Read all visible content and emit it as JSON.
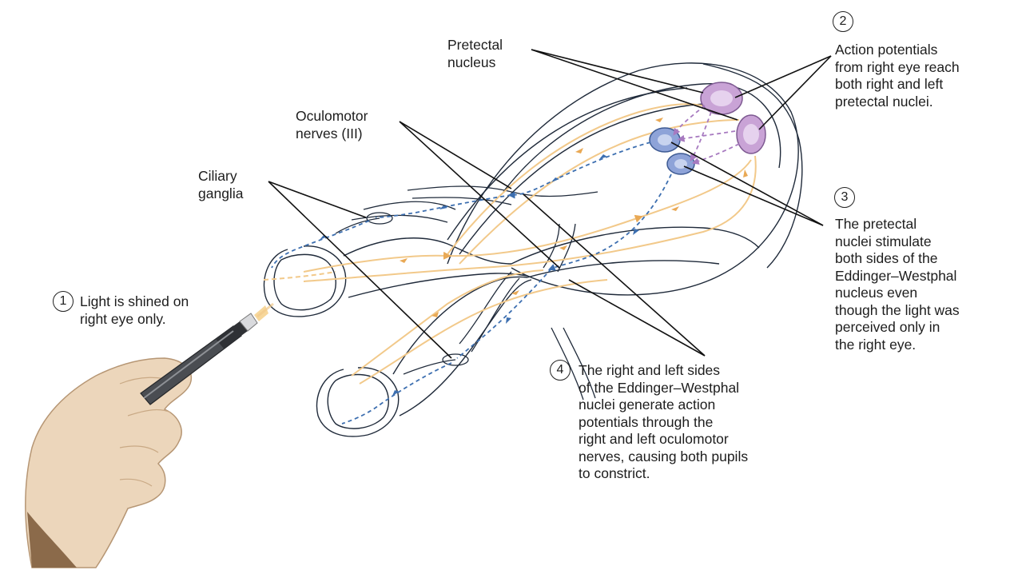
{
  "labels": {
    "pretectal_nucleus": [
      "Pretectal",
      "nucleus"
    ],
    "oculomotor_nerves": [
      "Oculomotor",
      "nerves (III)"
    ],
    "ciliary_ganglia": [
      "Ciliary",
      "ganglia"
    ]
  },
  "steps": [
    {
      "number": "1",
      "lines": [
        "Light is shined on",
        "right eye only."
      ]
    },
    {
      "number": "2",
      "lines": [
        "Action potentials",
        "from right eye reach",
        "both right and left",
        "pretectal nuclei."
      ]
    },
    {
      "number": "3",
      "lines": [
        "The pretectal",
        "nuclei stimulate",
        "both sides of the",
        "Eddinger–Westphal",
        "nucleus even",
        "though the light was",
        "perceived only in",
        "the right eye."
      ]
    },
    {
      "number": "4",
      "lines": [
        "The right and left sides",
        "of the Eddinger–Westphal",
        "nuclei generate action",
        "potentials through the",
        "right and left oculomotor",
        "nerves, causing both pupils",
        "to constrict."
      ]
    }
  ],
  "colors": {
    "afferent_pathway": "#f2c98a",
    "efferent_pathway": "#3d6fb0",
    "pretectal_nuclei": "#c9a3d6",
    "edinger_westphal_nuclei": "#8ea3d8",
    "outline": "#1f2a3a",
    "glove": "#ecd6bb",
    "penlight": "#4a4d52",
    "light_beam": "#f6d08a"
  },
  "icons": {
    "hand": "gloved-hand-icon",
    "penlight": "penlight-icon"
  }
}
